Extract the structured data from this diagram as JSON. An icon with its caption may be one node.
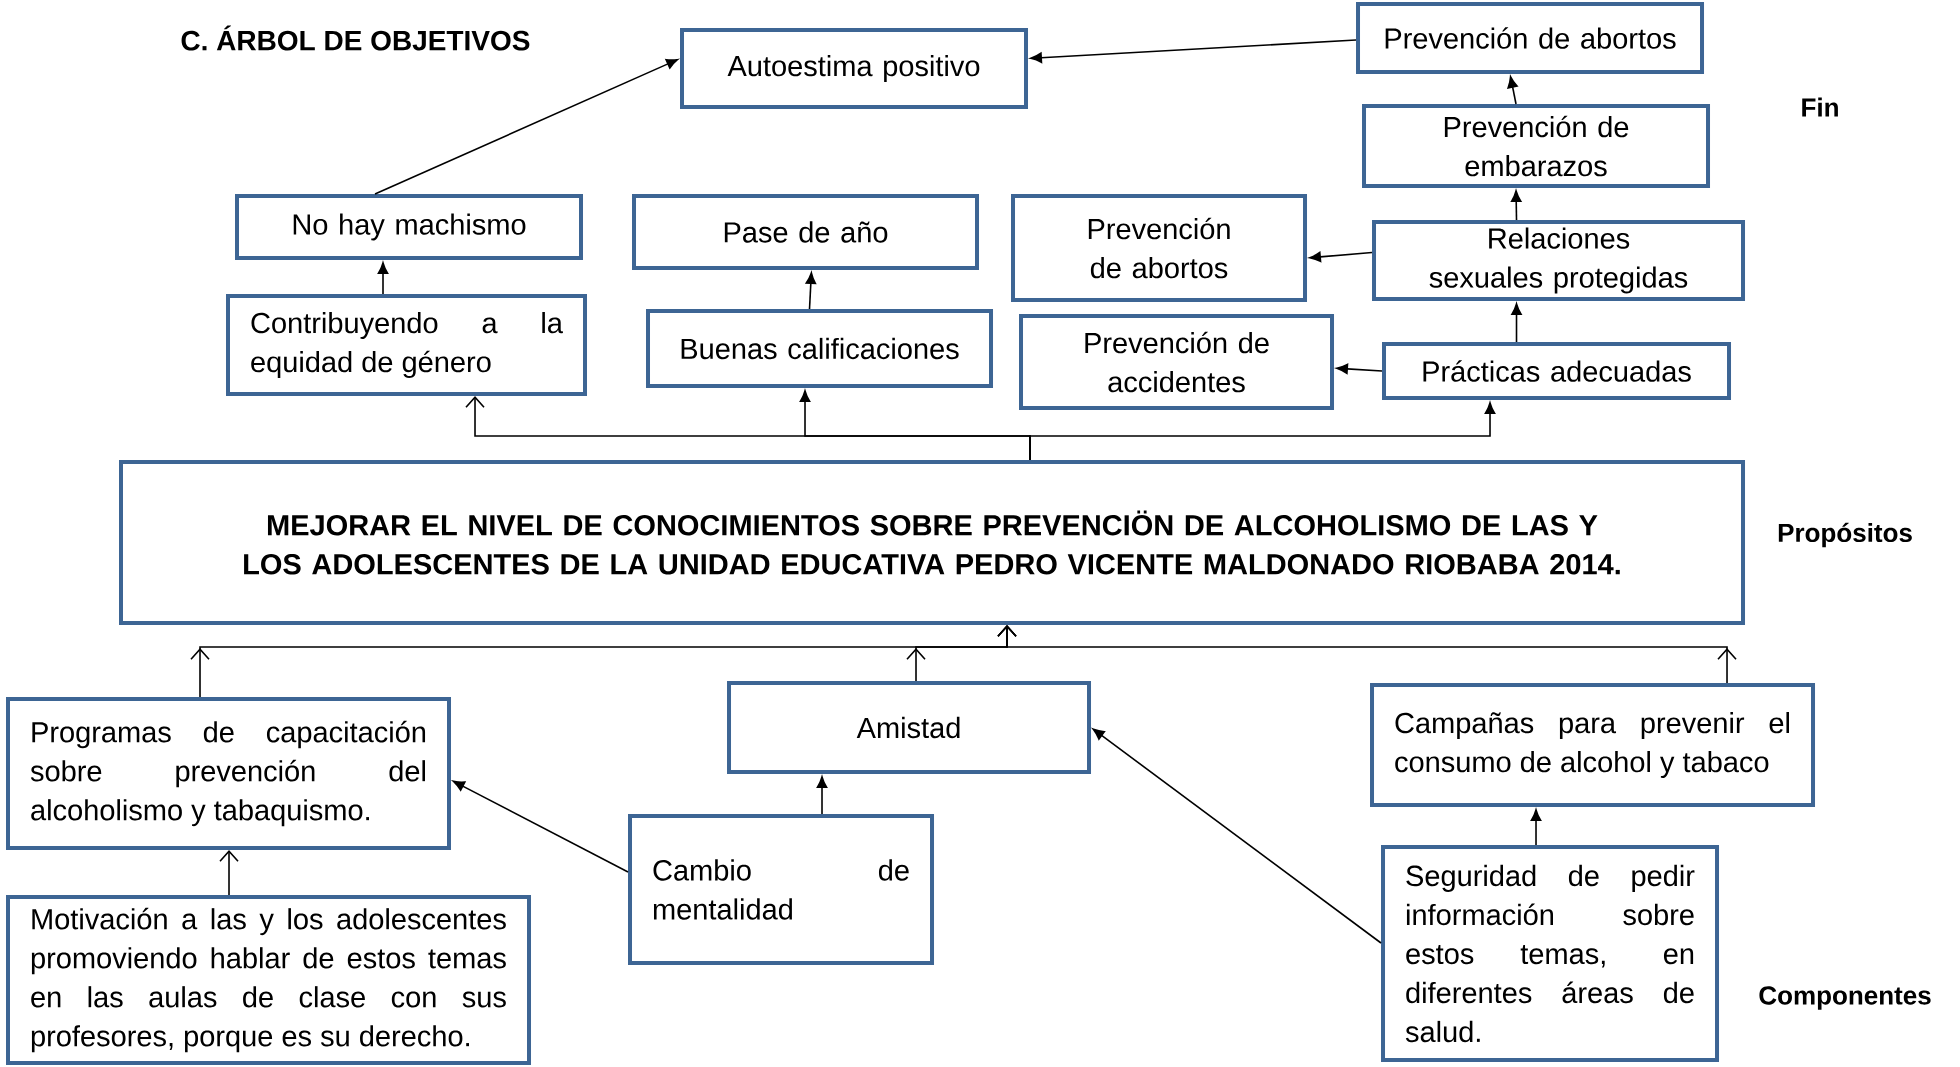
{
  "diagram": {
    "title": "C.  ÁRBOL DE OBJETIVOS",
    "nodes": [
      {
        "text": [
          "Autoestima positivo"
        ]
      },
      {
        "text": [
          "Prevención de abortos"
        ]
      },
      {
        "text": [
          "Prevención de embarazos"
        ]
      },
      {
        "text": [
          "No hay machismo"
        ]
      },
      {
        "text": [
          "Pase de año"
        ]
      },
      {
        "text": [
          "Prevención de abortos"
        ]
      },
      {
        "text": [
          "Relaciones sexuales protegidas"
        ]
      },
      {
        "text": [
          "Contribuyendo a la equidad de género"
        ]
      },
      {
        "text": [
          "Buenas calificaciones"
        ]
      },
      {
        "text": [
          "Prevención de accidentes"
        ]
      },
      {
        "text": [
          "Prácticas adecuadas"
        ]
      },
      {
        "text": [
          "MEJORAR EL NIVEL DE CONOCIMIENTOS SOBRE PREVENCIÖN DE ALCOHOLISMO DE LAS Y LOS ADOLESCENTES DE LA UNIDAD EDUCATIVA PEDRO VICENTE MALDONADO RIOBABA 2014."
        ]
      },
      {
        "text": [
          "Programas de capacitación sobre prevención del alcoholismo y tabaquismo."
        ]
      },
      {
        "text": [
          "Amistad"
        ]
      },
      {
        "text": [
          "Campañas para prevenir el consumo de alcohol y tabaco"
        ]
      },
      {
        "text": [
          "Motivación a las y los adolescentes promoviendo hablar de estos temas en las aulas de clase con sus profesores, porque es su derecho."
        ]
      },
      {
        "text": [
          "Cambio de mentalidad"
        ]
      },
      {
        "text": [
          "Seguridad de pedir información sobre estos temas, en diferentes áreas de salud."
        ]
      }
    ],
    "edges": [
      {
        "from": 3,
        "to": 0,
        "arrow": "to"
      },
      {
        "from": 1,
        "to": 0,
        "arrow": "to"
      },
      {
        "from": 2,
        "to": 1,
        "arrow": "to"
      },
      {
        "from": 6,
        "to": 2,
        "arrow": "to"
      },
      {
        "from": 10,
        "to": 6,
        "arrow": "to"
      },
      {
        "from": 6,
        "to": 5,
        "arrow": "to"
      },
      {
        "from": 10,
        "to": 9,
        "arrow": "to"
      },
      {
        "from": 7,
        "to": 3,
        "arrow": "to"
      },
      {
        "from": 8,
        "to": 4,
        "arrow": "to"
      },
      {
        "from": 11,
        "to": 7,
        "arrow": "to"
      },
      {
        "from": 11,
        "to": 8,
        "arrow": "to"
      },
      {
        "from": 11,
        "to": 10,
        "arrow": "to"
      },
      {
        "from": 12,
        "to": 11,
        "arrow": "to"
      },
      {
        "from": 13,
        "to": 11,
        "arrow": "to"
      },
      {
        "from": 14,
        "to": 11,
        "arrow": "to"
      },
      {
        "from": 16,
        "to": 13,
        "arrow": "to"
      },
      {
        "from": 16,
        "to": 12,
        "arrow": "to"
      },
      {
        "from": 17,
        "to": 13,
        "arrow": "to"
      },
      {
        "from": 17,
        "to": 14,
        "arrow": "to"
      },
      {
        "from": 15,
        "to": 12,
        "arrow": "to"
      }
    ],
    "labels": [
      "Fin",
      "Propósitos",
      "Componentes"
    ]
  }
}
